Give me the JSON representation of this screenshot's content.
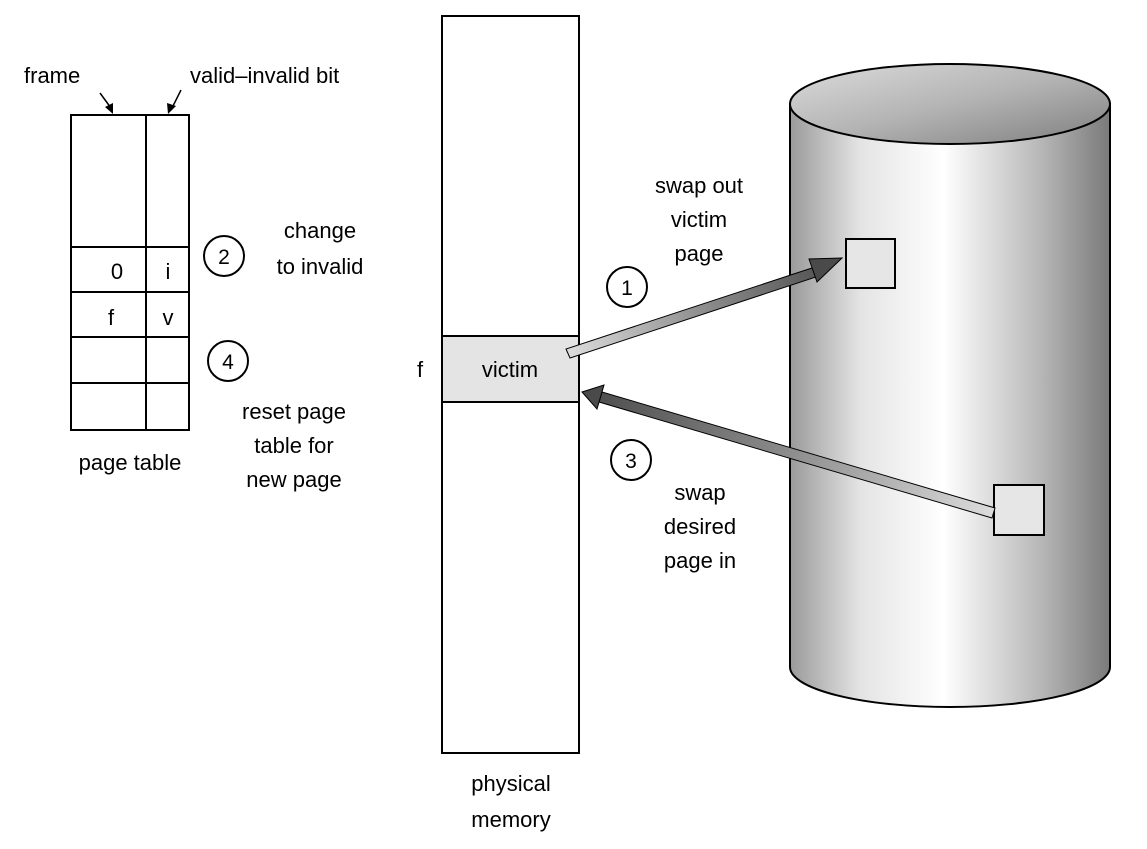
{
  "page_table": {
    "caption": "page table",
    "frame_label": "frame",
    "valid_invalid_label": "valid–invalid bit",
    "rows": [
      {
        "frame": "0",
        "bit": "i"
      },
      {
        "frame": "f",
        "bit": "v"
      }
    ]
  },
  "steps": {
    "step1": {
      "number": "1",
      "lines": [
        "swap out",
        "victim",
        "page"
      ]
    },
    "step2": {
      "number": "2",
      "lines": [
        "change",
        "to invalid"
      ]
    },
    "step3": {
      "number": "3",
      "lines": [
        "swap",
        "desired",
        "page in"
      ]
    },
    "step4": {
      "number": "4",
      "lines": [
        "reset page",
        "table for",
        "new page"
      ]
    }
  },
  "memory": {
    "frame_label": "f",
    "victim_label": "victim",
    "caption_lines": [
      "physical",
      "memory"
    ]
  },
  "colors": {
    "line": "#000000",
    "victim_fill": "#e4e4e4",
    "block_fill": "#e6e6e6",
    "arrow_dark": "#555555",
    "arrow_light": "#d8d8d8"
  },
  "icons": {
    "disk": "disk-cylinder",
    "step_marker": "circled-number"
  }
}
